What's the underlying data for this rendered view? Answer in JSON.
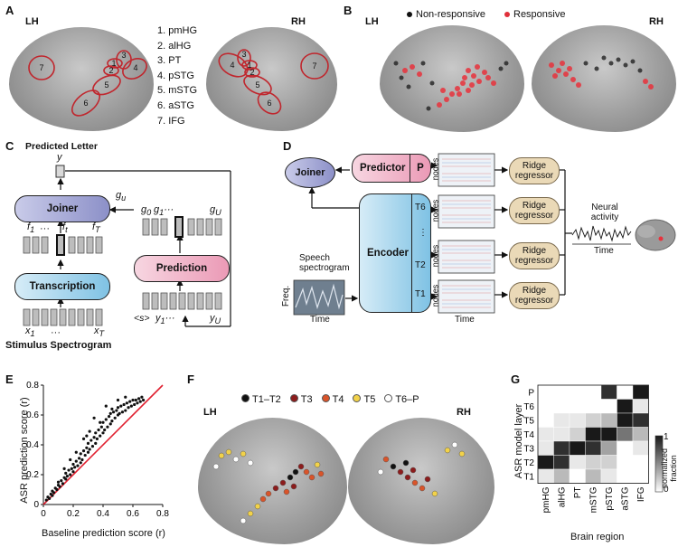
{
  "panelA": {
    "label": "A",
    "lh": "LH",
    "rh": "RH",
    "regions": [
      "1. pmHG",
      "2. alHG",
      "3. PT",
      "4. pSTG",
      "5. mSTG",
      "6. aSTG",
      "7. IFG"
    ],
    "lh_numbers": [
      "7",
      "1",
      "3",
      "4",
      "2",
      "5",
      "6"
    ],
    "rh_numbers": [
      "4",
      "1",
      "3",
      "2",
      "5",
      "6",
      "7"
    ]
  },
  "panelB": {
    "label": "B",
    "lh": "LH",
    "rh": "RH",
    "legend_nonresp": "Non-responsive",
    "legend_resp": "Responsive"
  },
  "panelC": {
    "label": "C",
    "predicted_letter": "Predicted Letter",
    "y": "y",
    "joiner": "Joiner",
    "transcription": "Transcription",
    "prediction": "Prediction",
    "gu": "g",
    "gu_sub": "u",
    "f1": "f",
    "f1_sub": "1",
    "ft": "f",
    "ft_sub": "t",
    "fT": "f",
    "fT_sub": "T",
    "g0": "g",
    "g0_sub": "0",
    "g1": "g",
    "g1_sub": "1",
    "gU": "g",
    "gU_sub": "U",
    "s": "<s>",
    "y1": "y",
    "y1_sub": "1",
    "yU": "y",
    "yU_sub": "U",
    "x1": "x",
    "x1_sub": "1",
    "xT": "x",
    "xT_sub": "T",
    "dots": "···",
    "stimulus": "Stimulus Spectrogram"
  },
  "panelD": {
    "label": "D",
    "joiner": "Joiner",
    "predictor": "Predictor",
    "p": "P",
    "encoder": "Encoder",
    "t6": "T6",
    "t2": "T2",
    "t1": "T1",
    "vdots": "⋮",
    "nodes": "nodes",
    "time": "Time",
    "speech_spectrogram": "Speech spectrogram",
    "freq": "Freq.",
    "ridge": "Ridge regressor",
    "neural_activity": "Neural activity"
  },
  "panelE": {
    "label": "E",
    "ylabel": "ASR prediction score (r)",
    "xlabel": "Baseline prediction score (r)",
    "xticks": [
      "0",
      "0.2",
      "0.4",
      "0.6",
      "0.8"
    ],
    "yticks": [
      "0",
      "0.2",
      "0.4",
      "0.6",
      "0.8"
    ]
  },
  "panelF": {
    "label": "F",
    "lh": "LH",
    "rh": "RH",
    "legend": [
      "T1–T2",
      "T3",
      "T4",
      "T5",
      "T6–P"
    ],
    "legend_colors": [
      "#111111",
      "#8c1c1c",
      "#d9542a",
      "#f2d24a",
      "#ffffff"
    ]
  },
  "panelG": {
    "label": "G",
    "ylabel": "ASR model layer",
    "xlabel": "Brain region",
    "colorbar_top": "1",
    "colorbar_bottom": "0",
    "colorbar_label": "normalized fraction"
  },
  "chart_data": [
    {
      "type": "scatter",
      "xlabel": "Baseline prediction score (r)",
      "ylabel": "ASR prediction score (r)",
      "xlim": [
        0,
        0.8
      ],
      "ylim": [
        0,
        0.8
      ],
      "points": [
        [
          0.02,
          0.03
        ],
        [
          0.03,
          0.05
        ],
        [
          0.04,
          0.04
        ],
        [
          0.05,
          0.07
        ],
        [
          0.06,
          0.06
        ],
        [
          0.06,
          0.09
        ],
        [
          0.07,
          0.08
        ],
        [
          0.08,
          0.11
        ],
        [
          0.09,
          0.1
        ],
        [
          0.1,
          0.13
        ],
        [
          0.1,
          0.15
        ],
        [
          0.11,
          0.12
        ],
        [
          0.12,
          0.16
        ],
        [
          0.13,
          0.14
        ],
        [
          0.14,
          0.18
        ],
        [
          0.15,
          0.17
        ],
        [
          0.15,
          0.21
        ],
        [
          0.16,
          0.19
        ],
        [
          0.17,
          0.23
        ],
        [
          0.18,
          0.2
        ],
        [
          0.19,
          0.24
        ],
        [
          0.2,
          0.22
        ],
        [
          0.2,
          0.27
        ],
        [
          0.21,
          0.25
        ],
        [
          0.22,
          0.29
        ],
        [
          0.23,
          0.26
        ],
        [
          0.24,
          0.31
        ],
        [
          0.25,
          0.28
        ],
        [
          0.25,
          0.34
        ],
        [
          0.26,
          0.3
        ],
        [
          0.27,
          0.36
        ],
        [
          0.28,
          0.33
        ],
        [
          0.29,
          0.38
        ],
        [
          0.3,
          0.35
        ],
        [
          0.3,
          0.41
        ],
        [
          0.31,
          0.37
        ],
        [
          0.32,
          0.43
        ],
        [
          0.33,
          0.39
        ],
        [
          0.34,
          0.45
        ],
        [
          0.35,
          0.41
        ],
        [
          0.35,
          0.48
        ],
        [
          0.36,
          0.44
        ],
        [
          0.37,
          0.5
        ],
        [
          0.38,
          0.46
        ],
        [
          0.39,
          0.52
        ],
        [
          0.4,
          0.48
        ],
        [
          0.4,
          0.55
        ],
        [
          0.41,
          0.5
        ],
        [
          0.42,
          0.57
        ],
        [
          0.43,
          0.52
        ],
        [
          0.44,
          0.59
        ],
        [
          0.45,
          0.54
        ],
        [
          0.45,
          0.61
        ],
        [
          0.46,
          0.56
        ],
        [
          0.47,
          0.62
        ],
        [
          0.48,
          0.58
        ],
        [
          0.49,
          0.63
        ],
        [
          0.5,
          0.6
        ],
        [
          0.5,
          0.65
        ],
        [
          0.51,
          0.61
        ],
        [
          0.52,
          0.66
        ],
        [
          0.53,
          0.62
        ],
        [
          0.54,
          0.67
        ],
        [
          0.55,
          0.63
        ],
        [
          0.56,
          0.68
        ],
        [
          0.57,
          0.65
        ],
        [
          0.58,
          0.69
        ],
        [
          0.59,
          0.66
        ],
        [
          0.6,
          0.7
        ],
        [
          0.61,
          0.67
        ],
        [
          0.62,
          0.7
        ],
        [
          0.63,
          0.68
        ],
        [
          0.64,
          0.71
        ],
        [
          0.65,
          0.69
        ],
        [
          0.66,
          0.72
        ],
        [
          0.67,
          0.7
        ],
        [
          0.34,
          0.58
        ],
        [
          0.38,
          0.55
        ],
        [
          0.42,
          0.66
        ],
        [
          0.31,
          0.49
        ],
        [
          0.27,
          0.44
        ],
        [
          0.46,
          0.64
        ],
        [
          0.5,
          0.7
        ],
        [
          0.55,
          0.72
        ],
        [
          0.22,
          0.35
        ],
        [
          0.18,
          0.3
        ],
        [
          0.14,
          0.24
        ],
        [
          0.29,
          0.46
        ]
      ]
    },
    {
      "type": "heatmap",
      "rows": [
        "P",
        "T6",
        "T5",
        "T4",
        "T3",
        "T2",
        "T1"
      ],
      "cols": [
        "pmHG",
        "alHG",
        "PT",
        "mSTG",
        "pSTG",
        "aSTG",
        "IFG"
      ],
      "values": [
        [
          0.0,
          0.0,
          0.0,
          0.0,
          0.9,
          0.0,
          1.0
        ],
        [
          0.0,
          0.0,
          0.0,
          0.0,
          0.0,
          1.0,
          0.1
        ],
        [
          0.0,
          0.1,
          0.1,
          0.2,
          0.3,
          1.0,
          0.9
        ],
        [
          0.1,
          0.1,
          0.2,
          1.0,
          1.0,
          0.6,
          0.3
        ],
        [
          0.1,
          0.9,
          1.0,
          0.9,
          0.4,
          0.0,
          0.1
        ],
        [
          1.0,
          0.9,
          0.1,
          0.2,
          0.2,
          0.0,
          0.0
        ],
        [
          0.1,
          0.3,
          0.0,
          0.3,
          0.1,
          0.0,
          0.0
        ]
      ]
    }
  ]
}
